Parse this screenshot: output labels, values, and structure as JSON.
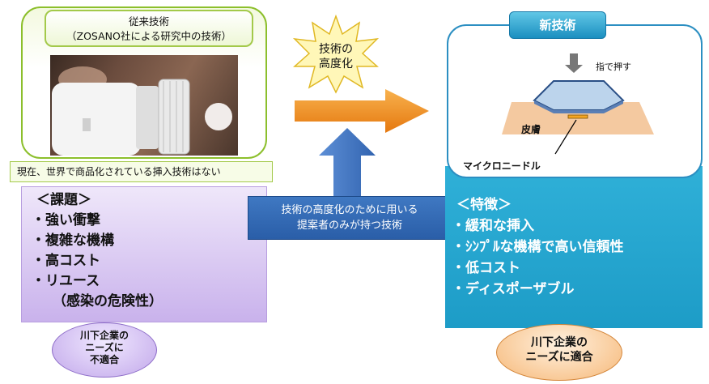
{
  "left": {
    "title_line1": "従来技術",
    "title_line2": "（ZOSANO社による研究中の技術）",
    "note": "現在、世界で商品化されている挿入技術はない",
    "issues_heading": "＜課題＞",
    "issues": [
      "・強い衝撃",
      "・複雑な機構",
      "・高コスト",
      "・リユース",
      "（感染の危険性）"
    ],
    "fit_line1": "川下企業の",
    "fit_line2": "ニーズに",
    "fit_line3": "不適合"
  },
  "middle": {
    "starburst_line1": "技術の",
    "starburst_line2": "高度化",
    "tech_line1": "技術の高度化のために用いる",
    "tech_line2": "提案者のみが持つ技術"
  },
  "right": {
    "title": "新技術",
    "press_label": "指で押す",
    "skin_label": "皮膚",
    "needle_label": "マイクロニードル",
    "features_heading": "＜特徴＞",
    "features": [
      "・緩和な挿入",
      "・ｼﾝﾌﾟﾙな機構で高い信頼性",
      "・低コスト",
      "・ディスポーザブル"
    ],
    "fit_line1": "川下企業の",
    "fit_line2": "ニーズに適合"
  },
  "colors": {
    "green_border": "#8cbf2c",
    "purple_panel": "#c9b2ec",
    "blue_panel": "#1d9cc7",
    "orange_arrow": "#f08a1c",
    "blue_arrow": "#3a6fb8"
  }
}
